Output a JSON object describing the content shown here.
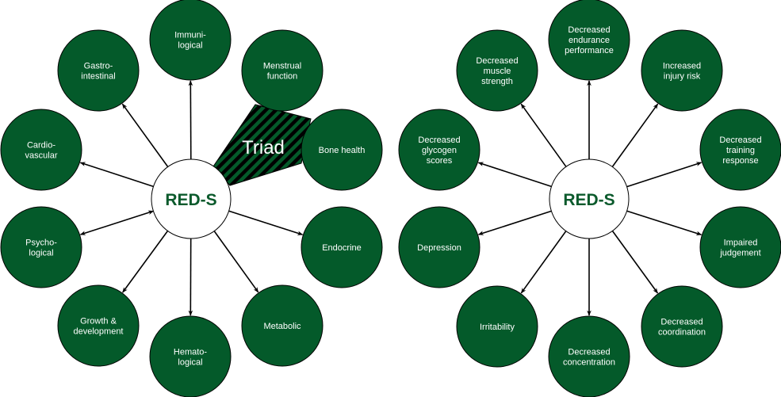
{
  "colors": {
    "node_fill": "#045a2a",
    "node_stroke": "#000000",
    "center_fill": "#ffffff",
    "center_text": "#0b5a2c",
    "arrow": "#000000",
    "triad_stripe_a": "#045a2a",
    "triad_stripe_b": "#000000"
  },
  "diagrams": [
    {
      "name": "health-consequences",
      "center_label": "RED-S",
      "triad_label": "Triad",
      "nodes": [
        {
          "id": "immunological",
          "lines": [
            "Immuni-",
            "logical"
          ],
          "arrow": "out"
        },
        {
          "id": "menstrual-function",
          "lines": [
            "Menstrual",
            "function"
          ],
          "arrow": "none"
        },
        {
          "id": "bone-health",
          "lines": [
            "Bone health"
          ],
          "arrow": "none"
        },
        {
          "id": "endocrine",
          "lines": [
            "Endocrine"
          ],
          "arrow": "out"
        },
        {
          "id": "metabolic",
          "lines": [
            "Metabolic"
          ],
          "arrow": "out"
        },
        {
          "id": "hematological",
          "lines": [
            "Hemato-",
            "logical"
          ],
          "arrow": "out"
        },
        {
          "id": "growth-development",
          "lines": [
            "Growth &",
            "development"
          ],
          "arrow": "out"
        },
        {
          "id": "psychological",
          "lines": [
            "Psycho-",
            "logical"
          ],
          "arrow": "both"
        },
        {
          "id": "cardiovascular",
          "lines": [
            "Cardio-",
            "vascular"
          ],
          "arrow": "out"
        },
        {
          "id": "gastrointestinal",
          "lines": [
            "Gastro-",
            "intestinal"
          ],
          "arrow": "out"
        }
      ]
    },
    {
      "name": "performance-consequences",
      "center_label": "RED-S",
      "nodes": [
        {
          "id": "decreased-endurance-performance",
          "lines": [
            "Decreased",
            "endurance",
            "performance"
          ],
          "arrow": "out"
        },
        {
          "id": "increased-injury-risk",
          "lines": [
            "Increased",
            "injury risk"
          ],
          "arrow": "out"
        },
        {
          "id": "decreased-training-response",
          "lines": [
            "Decreased",
            "training",
            "response"
          ],
          "arrow": "out"
        },
        {
          "id": "impaired-judgement",
          "lines": [
            "Impaired",
            "judgement"
          ],
          "arrow": "out"
        },
        {
          "id": "decreased-coordination",
          "lines": [
            "Decreased",
            "coordination"
          ],
          "arrow": "out"
        },
        {
          "id": "decreased-concentration",
          "lines": [
            "Decreased",
            "concentration"
          ],
          "arrow": "out"
        },
        {
          "id": "irritability",
          "lines": [
            "Irritability"
          ],
          "arrow": "out"
        },
        {
          "id": "depression",
          "lines": [
            "Depression"
          ],
          "arrow": "out"
        },
        {
          "id": "decreased-glycogen-scores",
          "lines": [
            "Decreased",
            "glycogen",
            "scores"
          ],
          "arrow": "out"
        },
        {
          "id": "decreased-muscle-strength",
          "lines": [
            "Decreased",
            "muscle",
            "strength"
          ],
          "arrow": "out"
        }
      ]
    }
  ]
}
